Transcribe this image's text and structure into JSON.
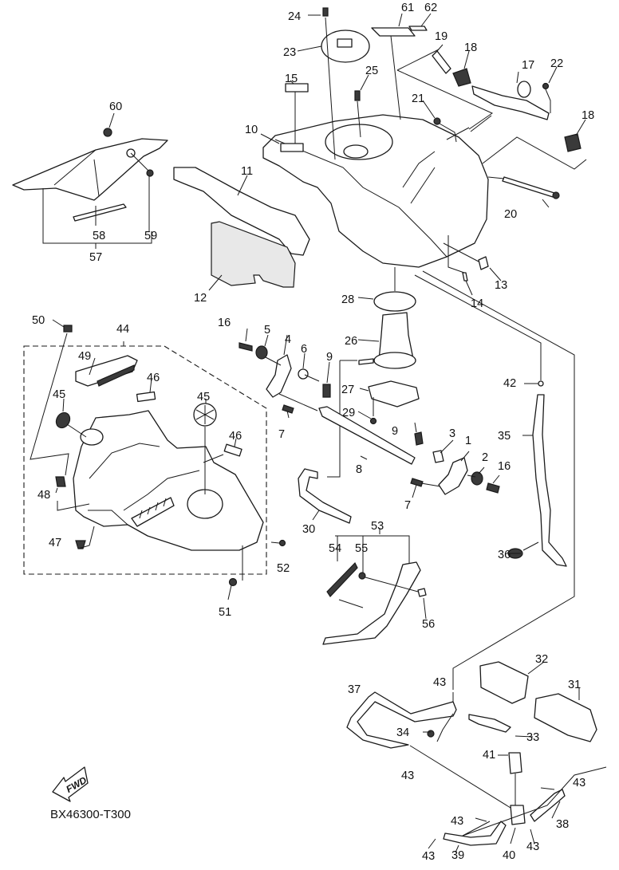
{
  "diagram": {
    "title": "Fuel tank exploded parts diagram",
    "code": "BX46300-T300",
    "fwd_label": "FWD",
    "callouts": [
      {
        "id": "c1",
        "text": "1"
      },
      {
        "id": "c2",
        "text": "2"
      },
      {
        "id": "c3",
        "text": "3"
      },
      {
        "id": "c4",
        "text": "4"
      },
      {
        "id": "c5",
        "text": "5"
      },
      {
        "id": "c6",
        "text": "6"
      },
      {
        "id": "c7a",
        "text": "7"
      },
      {
        "id": "c7b",
        "text": "7"
      },
      {
        "id": "c8",
        "text": "8"
      },
      {
        "id": "c9a",
        "text": "9"
      },
      {
        "id": "c9b",
        "text": "9"
      },
      {
        "id": "c10",
        "text": "10"
      },
      {
        "id": "c11",
        "text": "11"
      },
      {
        "id": "c12",
        "text": "12"
      },
      {
        "id": "c13",
        "text": "13"
      },
      {
        "id": "c14",
        "text": "14"
      },
      {
        "id": "c15",
        "text": "15"
      },
      {
        "id": "c16a",
        "text": "16"
      },
      {
        "id": "c16b",
        "text": "16"
      },
      {
        "id": "c17",
        "text": "17"
      },
      {
        "id": "c18a",
        "text": "18"
      },
      {
        "id": "c18b",
        "text": "18"
      },
      {
        "id": "c19",
        "text": "19"
      },
      {
        "id": "c20",
        "text": "20"
      },
      {
        "id": "c21",
        "text": "21"
      },
      {
        "id": "c22",
        "text": "22"
      },
      {
        "id": "c23",
        "text": "23"
      },
      {
        "id": "c24",
        "text": "24"
      },
      {
        "id": "c25",
        "text": "25"
      },
      {
        "id": "c26",
        "text": "26"
      },
      {
        "id": "c27",
        "text": "27"
      },
      {
        "id": "c28",
        "text": "28"
      },
      {
        "id": "c29",
        "text": "29"
      },
      {
        "id": "c30",
        "text": "30"
      },
      {
        "id": "c31",
        "text": "31"
      },
      {
        "id": "c32",
        "text": "32"
      },
      {
        "id": "c33",
        "text": "33"
      },
      {
        "id": "c34",
        "text": "34"
      },
      {
        "id": "c35",
        "text": "35"
      },
      {
        "id": "c36",
        "text": "36"
      },
      {
        "id": "c37",
        "text": "37"
      },
      {
        "id": "c38",
        "text": "38"
      },
      {
        "id": "c39",
        "text": "39"
      },
      {
        "id": "c40",
        "text": "40"
      },
      {
        "id": "c41",
        "text": "41"
      },
      {
        "id": "c42",
        "text": "42"
      },
      {
        "id": "c43a",
        "text": "43"
      },
      {
        "id": "c43b",
        "text": "43"
      },
      {
        "id": "c43c",
        "text": "43"
      },
      {
        "id": "c43d",
        "text": "43"
      },
      {
        "id": "c43e",
        "text": "43"
      },
      {
        "id": "c43f",
        "text": "43"
      },
      {
        "id": "c44",
        "text": "44"
      },
      {
        "id": "c45a",
        "text": "45"
      },
      {
        "id": "c45b",
        "text": "45"
      },
      {
        "id": "c46a",
        "text": "46"
      },
      {
        "id": "c46b",
        "text": "46"
      },
      {
        "id": "c47",
        "text": "47"
      },
      {
        "id": "c48",
        "text": "48"
      },
      {
        "id": "c49",
        "text": "49"
      },
      {
        "id": "c50",
        "text": "50"
      },
      {
        "id": "c51",
        "text": "51"
      },
      {
        "id": "c52",
        "text": "52"
      },
      {
        "id": "c53",
        "text": "53"
      },
      {
        "id": "c54",
        "text": "54"
      },
      {
        "id": "c55",
        "text": "55"
      },
      {
        "id": "c56",
        "text": "56"
      },
      {
        "id": "c57",
        "text": "57"
      },
      {
        "id": "c58",
        "text": "58"
      },
      {
        "id": "c59",
        "text": "59"
      },
      {
        "id": "c60",
        "text": "60"
      },
      {
        "id": "c61",
        "text": "61"
      },
      {
        "id": "c62",
        "text": "62"
      }
    ]
  }
}
